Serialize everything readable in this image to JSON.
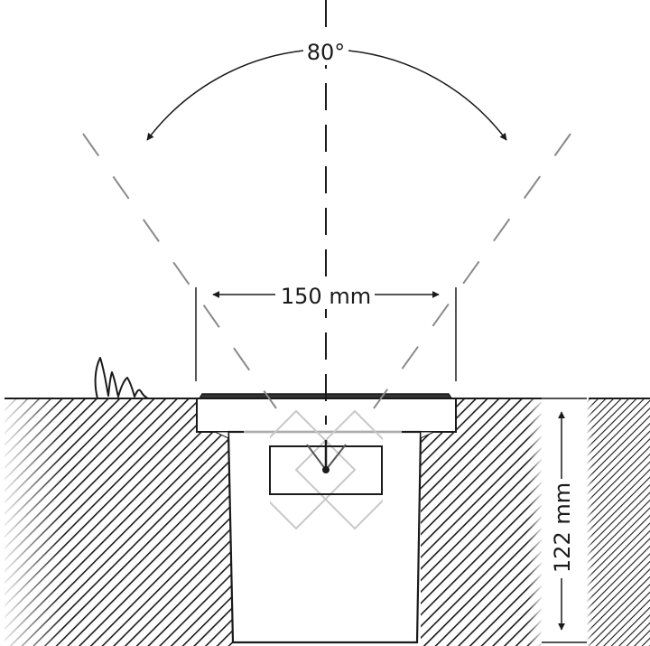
{
  "diagram": {
    "subject": "In-ground light fixture installation cross-section",
    "beam_angle": {
      "label": "80°",
      "value_deg": 80
    },
    "diameter": {
      "label": "150 mm",
      "value_mm": 150
    },
    "depth": {
      "label": "122 mm",
      "value_mm": 122
    },
    "colors": {
      "line": "#1a1a1a",
      "beam_lines": "#8a8a8a",
      "optics": "#c8c8c8",
      "background": "#ffffff"
    }
  }
}
